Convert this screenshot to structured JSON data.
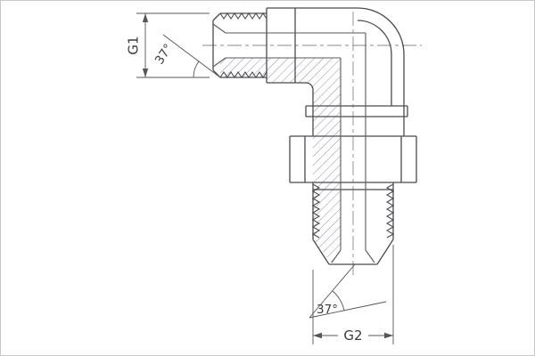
{
  "drawing": {
    "labels": {
      "g1": "G1",
      "g2": "G2",
      "angle_top": "37°",
      "angle_bottom": "37°"
    },
    "colors": {
      "line": "#4a4a50",
      "bore": "#5a5a60",
      "dimension": "#55555b",
      "centerline": "#8a8a90",
      "hatch": "#90909a",
      "text": "#3c3c42",
      "border": "#c6c6cb",
      "background": "#ffffff"
    }
  }
}
